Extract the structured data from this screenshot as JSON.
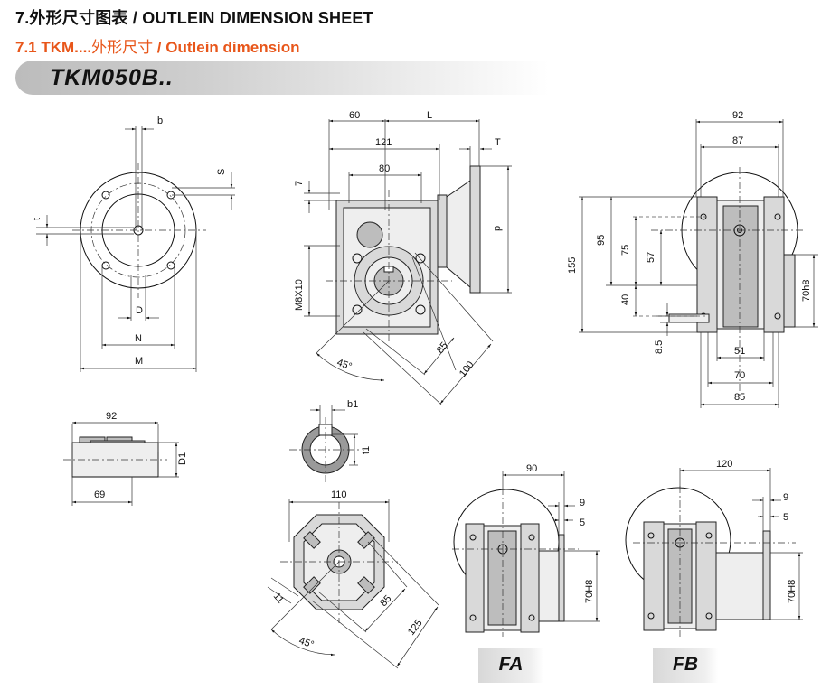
{
  "header": {
    "title": "7.外形尺寸图表 / OUTLEIN DIMENSION SHEET",
    "subtitle_prefix": "7.1 TKM....",
    "subtitle_cn": "外形尺寸",
    "subtitle_en": " / Outlein dimension"
  },
  "banner": {
    "model": "TKM050B.."
  },
  "flange_view": {
    "b": "b",
    "S": "S",
    "t": "t",
    "D": "D",
    "N": "N",
    "M": "M"
  },
  "shaft_view": {
    "length": "92",
    "D1": "D1",
    "inner": "69"
  },
  "front_view": {
    "dim_60": "60",
    "dim_L": "L",
    "dim_121": "121",
    "dim_80": "80",
    "dim_T": "T",
    "dim_7": "7",
    "dim_p": "p",
    "thread": "M8X10",
    "angle": "45°",
    "dim_85": "85",
    "dim_100": "100"
  },
  "side_view": {
    "dim_92": "92",
    "dim_87": "87",
    "dim_155": "155",
    "dim_95": "95",
    "dim_75": "75",
    "dim_57": "57",
    "dim_40": "40",
    "dim_8_5": "8.5",
    "dim_51": "51",
    "dim_70": "70",
    "dim_85": "85",
    "dim_70h8": "70h8"
  },
  "keyway_view": {
    "b1": "b1",
    "t1": "t1"
  },
  "flange_square_view": {
    "dim_110": "110",
    "dim_11": "11",
    "dim_85": "85",
    "dim_125": "125",
    "angle": "45°"
  },
  "fa_view": {
    "dim_90": "90",
    "dim_9": "9",
    "dim_5": "5",
    "dim_70h8": "70H8",
    "tag": "FA"
  },
  "fb_view": {
    "dim_120": "120",
    "dim_9": "9",
    "dim_5": "5",
    "dim_70h8": "70H8",
    "tag": "FB"
  }
}
